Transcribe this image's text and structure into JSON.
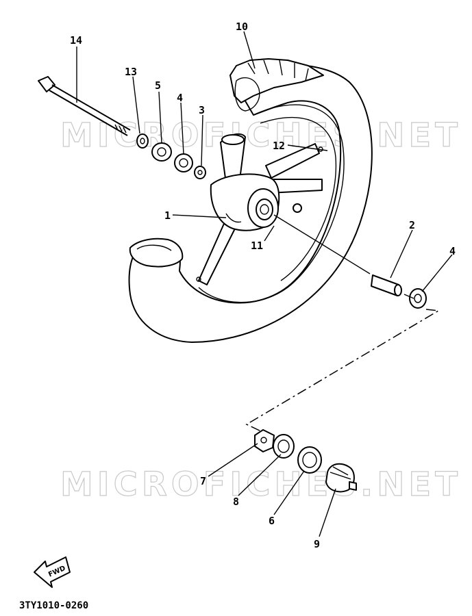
{
  "watermark": {
    "text": "MICROFICHES.NET"
  },
  "callouts": [
    {
      "id": "c1",
      "label": "1"
    },
    {
      "id": "c2",
      "label": "2"
    },
    {
      "id": "c3",
      "label": "3"
    },
    {
      "id": "c4a",
      "label": "4"
    },
    {
      "id": "c4b",
      "label": "4"
    },
    {
      "id": "c5",
      "label": "5"
    },
    {
      "id": "c6",
      "label": "6"
    },
    {
      "id": "c7",
      "label": "7"
    },
    {
      "id": "c8",
      "label": "8"
    },
    {
      "id": "c9",
      "label": "9"
    },
    {
      "id": "c10",
      "label": "10"
    },
    {
      "id": "c11",
      "label": "11"
    },
    {
      "id": "c12",
      "label": "12"
    },
    {
      "id": "c13",
      "label": "13"
    },
    {
      "id": "c14",
      "label": "14"
    }
  ],
  "fwd_arrow": {
    "label": "FWD"
  },
  "diagram_code": "3TY1010-0260"
}
